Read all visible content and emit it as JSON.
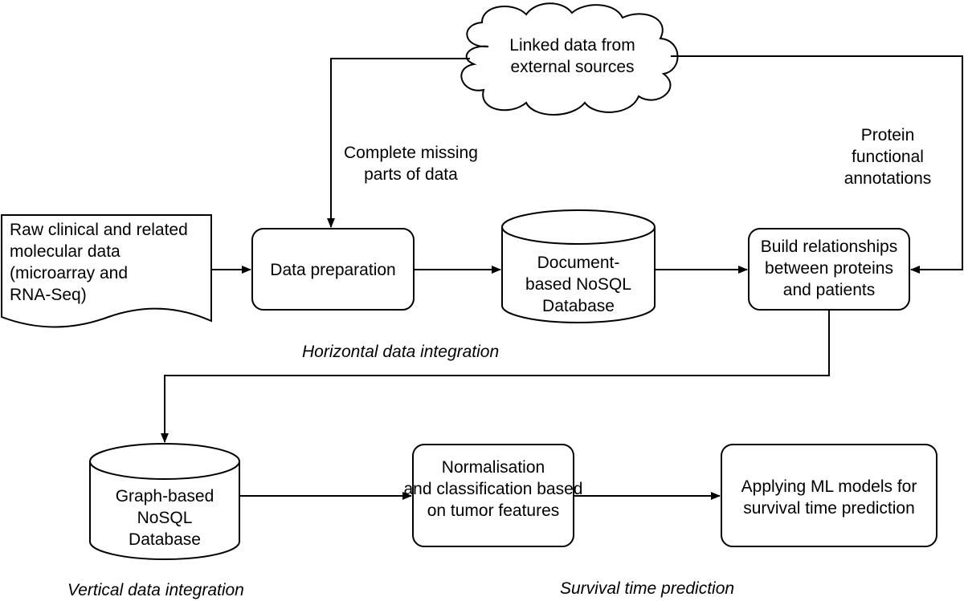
{
  "nodes": {
    "raw_data": {
      "lines": [
        "Raw clinical and related",
        "molecular data",
        "(microarray and",
        "RNA-Seq)"
      ]
    },
    "data_preparation": {
      "label": "Data preparation"
    },
    "document_db": {
      "lines": [
        "Document-",
        "based NoSQL",
        "Database"
      ]
    },
    "linked_data": {
      "lines": [
        "Linked data from",
        "external sources"
      ]
    },
    "build_relationships": {
      "lines": [
        "Build relationships",
        "between proteins",
        "and patients"
      ]
    },
    "graph_db": {
      "lines": [
        "Graph-based",
        "NoSQL",
        "Database"
      ]
    },
    "normalisation": {
      "lines": [
        "Normalisation",
        "and classification  based",
        "on tumor features"
      ]
    },
    "ml_models": {
      "lines": [
        "Applying ML models for",
        "survival time prediction"
      ]
    }
  },
  "edge_labels": {
    "complete_missing": [
      "Complete missing",
      "parts of data"
    ],
    "protein_annotations": [
      "Protein",
      "functional",
      "annotations"
    ]
  },
  "stage_labels": {
    "horizontal": "Horizontal data integration",
    "vertical": "Vertical data integration",
    "survival": "Survival time prediction"
  }
}
